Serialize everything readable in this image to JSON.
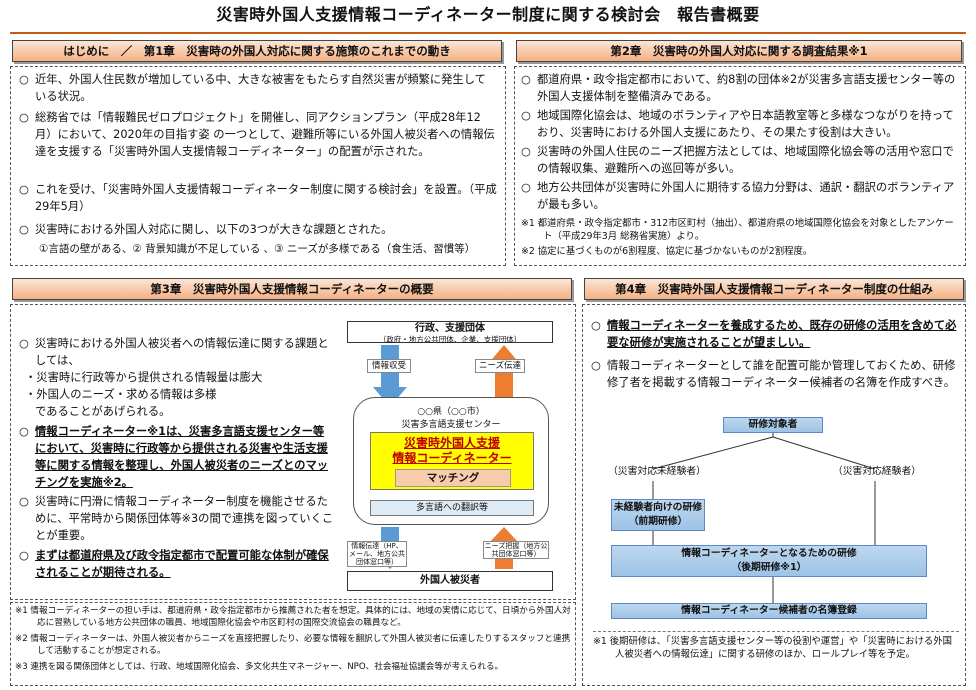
{
  "title": "災害時外国人支援情報コーディネーター制度に関する検討会　報告書概要",
  "sec1": {
    "header": "はじめに　／　第1章　災害時の外国人対応に関する施策のこれまでの動き",
    "items": [
      "近年、外国人住民数が増加している中、大きな被害をもたらす自然災害が頻繁に発生している状況。",
      "総務省では「情報難民ゼロプロジェクト」を開催し、同アクションプラン（平成28年12月）において、2020年の目指す姿 の一つとして、避難所等にいる外国人被災者への情報伝達を支援する「災害時外国人支援情報コーディネーター」の配置が示された。",
      "これを受け、「災害時外国人支援情報コーディネーター制度に関する検討会」を設置。（平成29年5月）",
      "災害時における外国人対応に関し、以下の3つが大きな課題とされた。"
    ],
    "sub": "①言語の壁がある、② 背景知識が不足している 、③ ニーズが多様である（食生活、習慣等）"
  },
  "sec2": {
    "header": "第2章　災害時の外国人対応に関する調査結果※1",
    "items": [
      "都道府県・政令指定都市において、約8割の団体※2が災害多言語支援センター等の外国人支援体制を整備済みである。",
      "地域国際化協会は、地域のボランティアや日本語教室等と多様なつながりを持っており、災害時における外国人支援にあたり、その果たす役割は大きい。",
      "災害時の外国人住民のニーズ把握方法としては、地域国際化協会等の活用や窓口での情報収集、避難所への巡回等が多い。",
      "地方公共団体が災害時に外国人に期待する協力分野は、通訳・翻訳のボランティアが最も多い。"
    ],
    "notes": [
      "※1 都道府県・政令指定都市・312市区町村（抽出）、都道府県の地域国際化協会を対象としたアンケート（平成29年3月 総務省実施）より。",
      "※2 協定に基づくものが6割程度、協定に基づかないものが2割程度。"
    ]
  },
  "sec3": {
    "header": "第3章　災害時外国人支援情報コーディネーターの概要",
    "p1_intro": "災害時における外国人被災者への情報伝達に関する課題としては、",
    "p1_b1": "・災害時に行政等から提供される情報量は膨大",
    "p1_b2": "・外国人のニーズ・求める情報は多様",
    "p1_end": "であることがあげられる。",
    "p2": "情報コーディネーター※1は、災害多言語支援センター等において、災害時に行政等から提供される災害や生活支援等に関する情報を整理し、外国人被災者のニーズとのマッチングを実施※2。",
    "p3": "災害時に円滑に情報コーディネーター制度を機能させるために、平常時から関係団体等※3の間で連携を図っていくことが重要。",
    "p4": "まずは都道府県及び政令指定都市で配置可能な体制が確保されることが期待される。",
    "diagram": {
      "top_title": "行政、支援団体",
      "top_sub": "（政府・地方公共団体、企業、支援団体）",
      "arrow_info": "情報収受",
      "arrow_needs": "ニーズ伝達",
      "center_t1": "○○県（○○市）",
      "center_t2": "災害多言語支援センター",
      "coord1": "災害時外国人支援",
      "coord2": "情報コーディネーター",
      "matching": "マッチング",
      "translation": "多言語への翻訳等",
      "down_lbl": "情報伝達（HP、メール、地方公共団体窓口等）",
      "up_lbl": "ニーズ把握（地方公共団体窓口等）",
      "bottom": "外国人被災者"
    },
    "notes": [
      "※1 情報コーディネーターの担い手は、都道府県・政令指定都市から推薦された者を想定。具体的には、地域の実情に応じて、日頃から外国人対応に習熟している地方公共団体の職員、地域国際化協会や市区町村の国際交流協会の職員など。",
      "※2 情報コーディネーターは、外国人被災者からニーズを直接把握したり、必要な情報を翻訳して外国人被災者に伝達したりするスタッフと連携して活動することが想定される。",
      "※3 連携を図る関係団体としては、行政、地域国際化協会、多文化共生マネージャー、NPO、社会福祉協議会等が考えられる。"
    ]
  },
  "sec4": {
    "header": "第4章　災害時外国人支援情報コーディネーター制度の仕組み",
    "items": [
      "情報コーディネーターを養成するため、既存の研修の活用を含めて必要な研修が実施されることが望ましい。",
      "情報コーディネーターとして誰を配置可能か管理しておくため、研修修了者を掲載する情報コーディネーター候補者の名簿を作成すべき。"
    ],
    "flow": {
      "target": "研修対象者",
      "left": "（災害対応未経験者）",
      "right": "（災害対応経験者）",
      "pre1": "未経験者向けの研修",
      "pre2": "（前期研修）",
      "main1": "情報コーディネーターとなるための研修",
      "main2": "（後期研修※1）",
      "register": "情報コーディネーター候補者の名簿登録"
    },
    "note": "※1 後期研修は、「災害多言語支援センター等の役割や運営」や「災害時における外国人被災者への情報伝達」に関する研修のほか、ロールプレイ等を予定。"
  }
}
